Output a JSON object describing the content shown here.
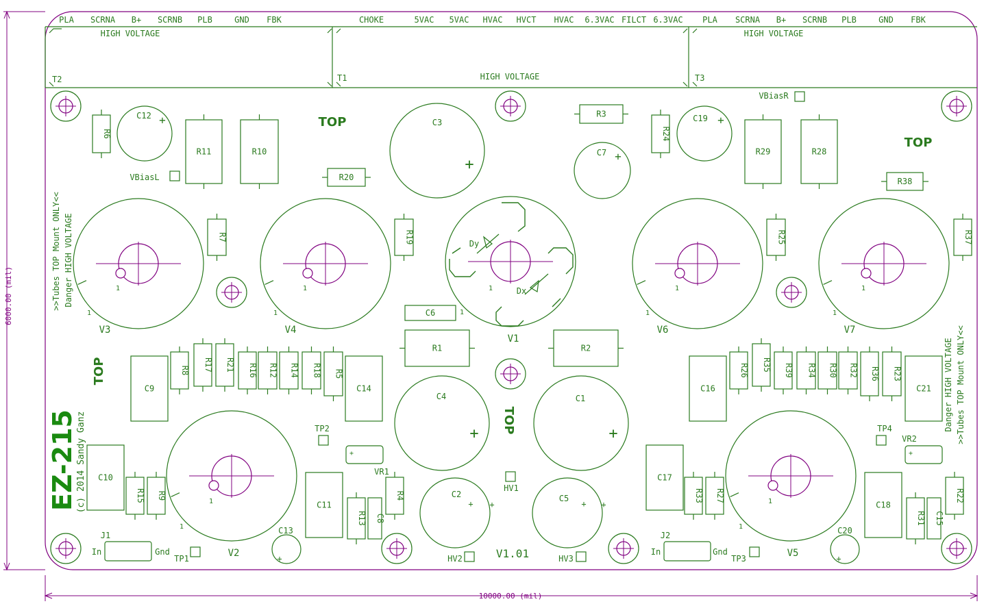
{
  "colors": {
    "silk": "#2a7a1e",
    "mark": "#800080",
    "title": "#1a8a10"
  },
  "dimensions": {
    "width": "10000.00 (mil)",
    "height": "6000.00 (mil)"
  },
  "headers": {
    "left": [
      "PLA",
      "SCRNA",
      "B+",
      "SCRNB",
      "PLB",
      "GND",
      "FBK"
    ],
    "center": [
      "CHOKE",
      "5VAC",
      "5VAC",
      "HVAC",
      "HVCT",
      "HVAC",
      "6.3VAC",
      "FILCT",
      "6.3VAC"
    ],
    "right": [
      "PLA",
      "SCRNA",
      "B+",
      "SCRNB",
      "PLB",
      "GND",
      "FBK"
    ]
  },
  "transformers": [
    {
      "id": "T2",
      "warn": "HIGH VOLTAGE"
    },
    {
      "id": "T1",
      "warn": "HIGH VOLTAGE"
    },
    {
      "id": "T3",
      "warn": "HIGH VOLTAGE"
    }
  ],
  "board": {
    "title": "EZ-215",
    "copyright": "(c) 2014 Sandy Ganz",
    "version": "V1.01",
    "top_label": "TOP",
    "left_notes": [
      ">>Tubes TOP Mount ONLY<<",
      "Danger HIGH VOLTAGE"
    ],
    "right_notes": [
      "Danger HIGH VOLTAGE",
      ">>Tubes TOP Mount ONLY<<"
    ],
    "pin_in": "In",
    "pin_gnd": "Gnd",
    "pin1": "1",
    "plus": "+"
  },
  "tubes": [
    "V3",
    "V4",
    "V1",
    "V6",
    "V7",
    "V2",
    "V5"
  ],
  "resistors": [
    "R6",
    "R11",
    "R10",
    "R20",
    "R3",
    "R24",
    "R29",
    "R28",
    "R38",
    "R7",
    "R19",
    "R25",
    "R37",
    "R1",
    "R2",
    "R8",
    "R17",
    "R21",
    "R16",
    "R12",
    "R14",
    "R18",
    "R5",
    "R26",
    "R35",
    "R39",
    "R34",
    "R30",
    "R32",
    "R36",
    "R23",
    "R15",
    "R9",
    "R13",
    "R4",
    "R33",
    "R27",
    "R31",
    "R22"
  ],
  "capacitors": [
    "C12",
    "C3",
    "C7",
    "C19",
    "C6",
    "C9",
    "C14",
    "C16",
    "C21",
    "C4",
    "C1",
    "C10",
    "C11",
    "C8",
    "C17",
    "C18",
    "C15",
    "C2",
    "C5",
    "C13",
    "C20"
  ],
  "diodes": [
    "Dy",
    "Dx"
  ],
  "pots": [
    "VR1",
    "VR2"
  ],
  "test_points": [
    "TP1",
    "TP2",
    "TP3",
    "TP4",
    "HV1",
    "HV2",
    "HV3",
    "VBiasL",
    "VBiasR"
  ],
  "jacks": [
    "J1",
    "J2"
  ]
}
